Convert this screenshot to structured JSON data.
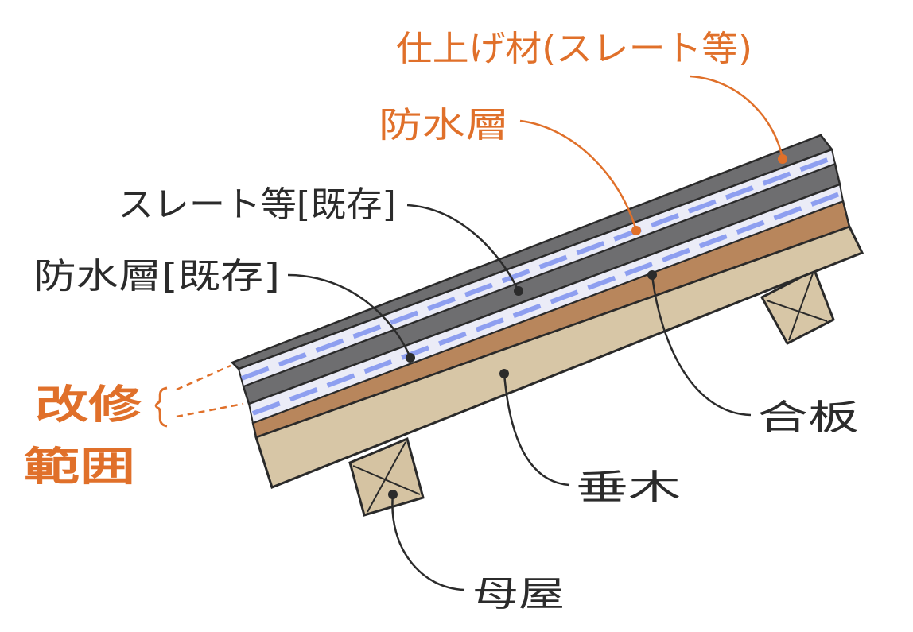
{
  "labels": {
    "finish_new": "仕上げ材(スレート等)",
    "waterproof_new": "防水層",
    "slate_existing": "スレート等[既存]",
    "waterproof_existing": "防水層[既存]",
    "renovation_line1": "改修",
    "renovation_line2": "範囲",
    "plywood": "合板",
    "rafter": "垂木",
    "purlin": "母屋"
  },
  "colors": {
    "accent_orange": "#e0702a",
    "text_dark": "#2b2b2b",
    "slate_gray": "#6e6e70",
    "membrane_light": "#ebecf7",
    "membrane_dash": "#8e9ff0",
    "plywood_brown": "#b8865c",
    "wood_tan": "#d7c6a6",
    "wood_tan_dark": "#cdb996",
    "outline": "#2a2a2a"
  }
}
